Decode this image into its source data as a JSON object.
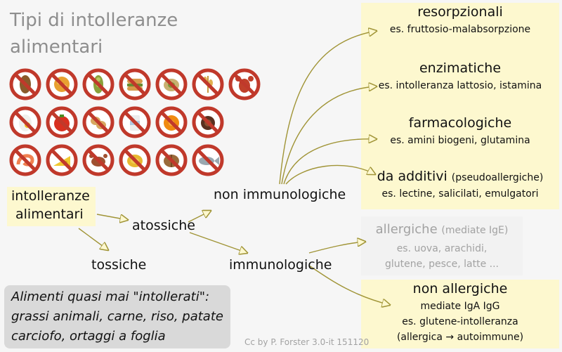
{
  "title": "Tipi di intolleranze alimentari",
  "nodes": {
    "root": [
      "intolleranze",
      "alimentari"
    ],
    "atossiche": "atossiche",
    "tossiche": "tossiche",
    "non_immuno": "non immunologiche",
    "immuno": "immunologiche"
  },
  "categories": {
    "resorpzionali": {
      "head": "resorpzionali",
      "sub": "es. fruttosio-malabsorpzione"
    },
    "enzimatiche": {
      "head": "enzimatiche",
      "sub": "es. intolleranza lattosio, istamina"
    },
    "farmacologiche": {
      "head": "farmacologiche",
      "sub": "es. amini biogeni, glutamina"
    },
    "additivi": {
      "head": "da additivi",
      "head_extra": "(pseudoallergiche)",
      "sub": "es. lectine, salicilati, emulgatori"
    },
    "allergiche": {
      "head": "allergiche",
      "head_extra": "(mediate IgE)",
      "sub": [
        "es. uova,  arachidi,",
        "glutene, pesce, latte ..."
      ]
    },
    "non_allergiche": {
      "head": "non allergiche",
      "sub": [
        "mediate IgA IgG",
        "es. glutene-intolleranza",
        "(allergica → autoimmune)"
      ]
    }
  },
  "note": [
    "Alimenti quasi mai \"intollerati\":",
    "grassi animali, carne, riso, patate",
    "carciofo, ortaggi a foglia"
  ],
  "credit": "Cc by P. Forster 3.0-it  151120",
  "food_icons": [
    [
      "almond-icon",
      "honeycomb-icon",
      "soybean-icon",
      "burger-icon",
      "pistachio-icon",
      "wheat-icon",
      "lobster-icon"
    ],
    [
      "egg-icon",
      "tomato-icon",
      "peanut-icon",
      "milk-icon",
      "orange-icon",
      "chocolate-icon"
    ],
    [
      "shrimp-icon",
      "cheese-icon",
      "crab-icon",
      "bread-icon",
      "walnut-icon",
      "fish-icon"
    ]
  ],
  "colors": {
    "arrow": "#a09436",
    "highlight": "#fdf8cf",
    "prohibition": "#c0392b",
    "title": "#8e8e8e",
    "muted": "#a2a2a2"
  }
}
